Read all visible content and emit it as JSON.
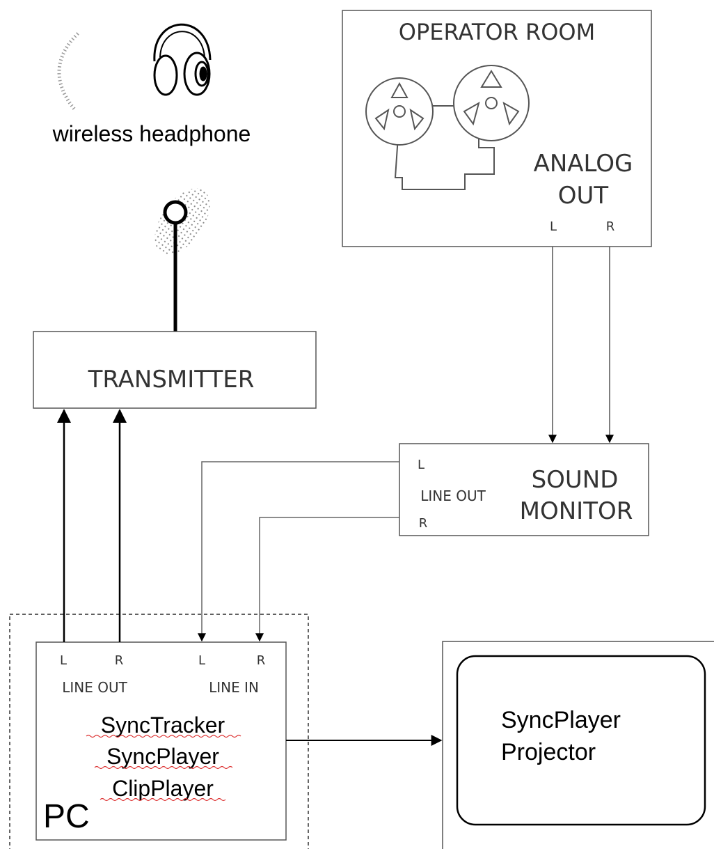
{
  "headphone": {
    "label": "wireless headphone",
    "icon": "headphone-icon"
  },
  "operator_room": {
    "title": "OPERATOR ROOM",
    "analog_out_line1": "ANALOG",
    "analog_out_line2": "OUT",
    "left": "L",
    "right": "R",
    "icon": "film-projector-icon"
  },
  "transmitter": {
    "label": "TRANSMITTER",
    "icon": "antenna-icon"
  },
  "sound_monitor": {
    "title_line1": "SOUND",
    "title_line2": "MONITOR",
    "left": "L",
    "line_out": "LINE OUT",
    "right": "R"
  },
  "pc": {
    "label": "PC",
    "line_out_l": "L",
    "line_out_r": "R",
    "line_out": "LINE OUT",
    "line_in_l": "L",
    "line_in_r": "R",
    "line_in": "LINE IN",
    "apps": [
      "SyncTracker",
      "SyncPlayer",
      "ClipPlayer"
    ]
  },
  "projector": {
    "line1": "SyncPlayer",
    "line2": "Projector"
  },
  "colors": {
    "line": "#000000",
    "box_border": "#555555",
    "spellcheck": "#dd3333"
  }
}
